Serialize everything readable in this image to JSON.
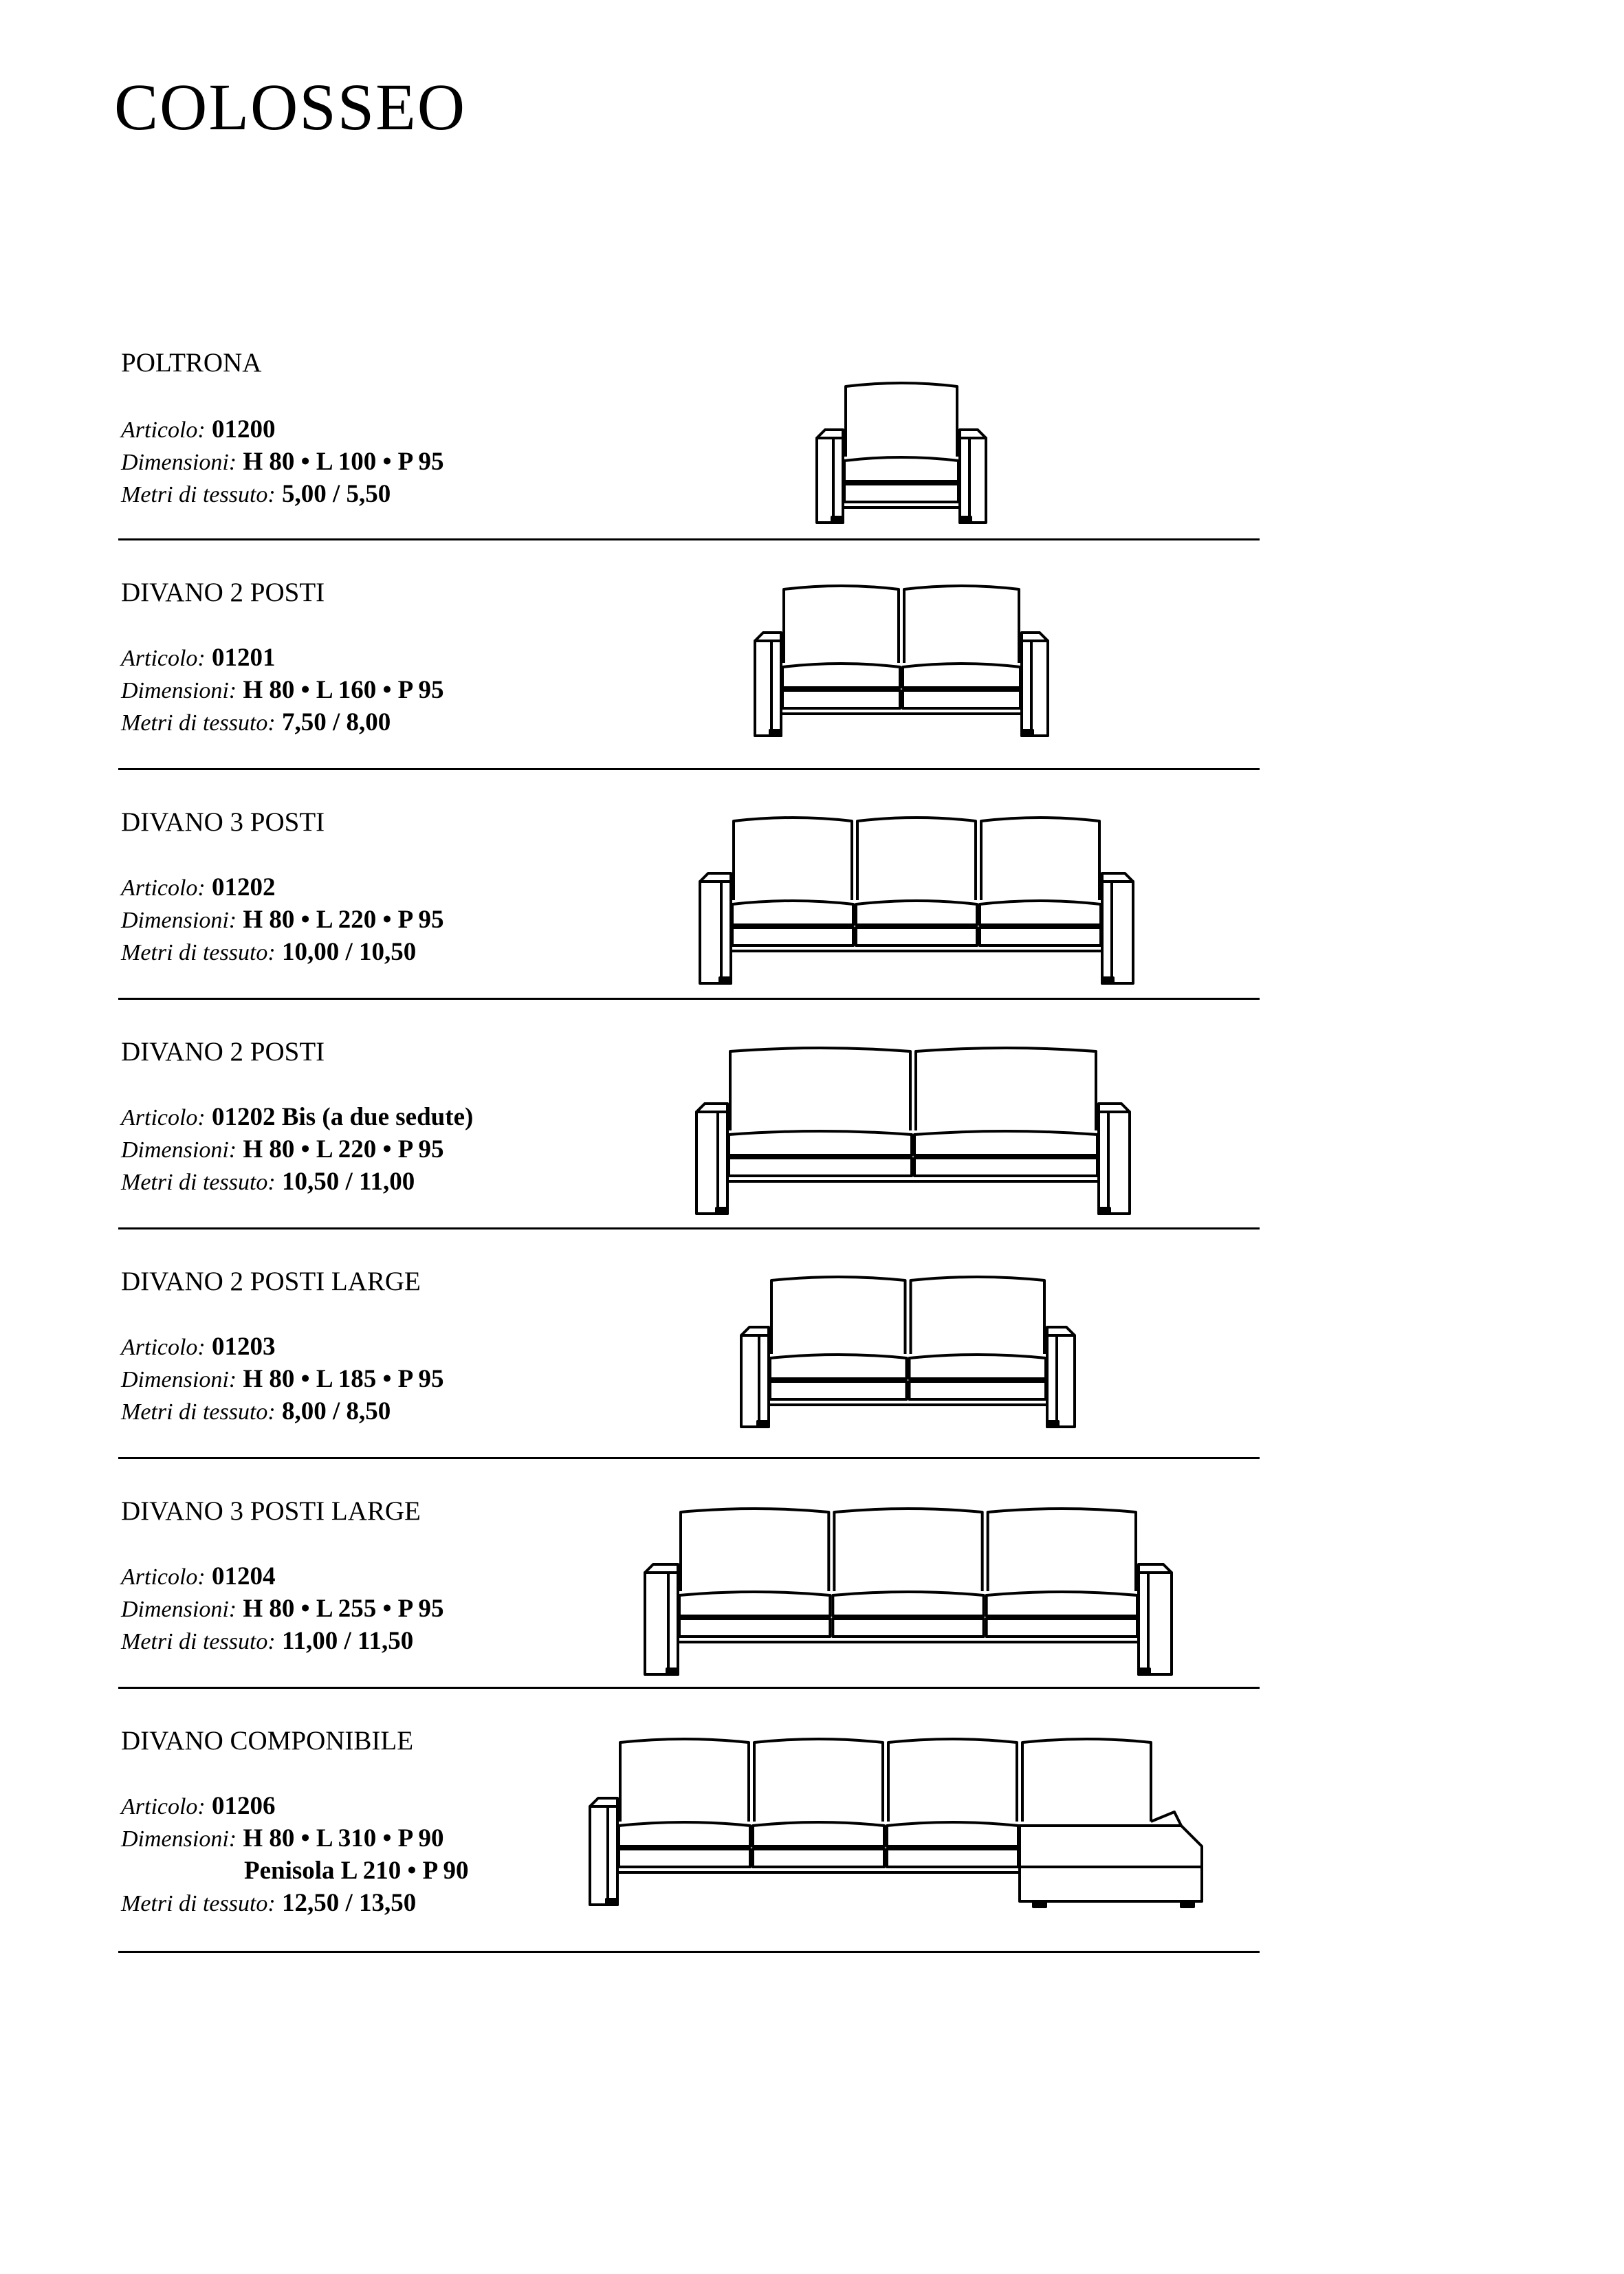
{
  "page": {
    "title": "COLOSSEO"
  },
  "labels": {
    "articolo": "Articolo:",
    "dimensioni": "Dimensioni:",
    "metri": "Metri di tessuto:"
  },
  "items": [
    {
      "name": "POLTRONA",
      "articolo": "01200",
      "dimensioni": "H 80 • L 100 • P 95",
      "metri": "5,00 / 5,50",
      "illustration": "armchair-illustration"
    },
    {
      "name": "DIVANO 2 POSTI",
      "articolo": "01201",
      "dimensioni": "H 80 • L 160 • P 95",
      "metri": "7,50 / 8,00",
      "illustration": "two-seat-sofa-illustration"
    },
    {
      "name": "DIVANO 3 POSTI",
      "articolo": "01202",
      "dimensioni": "H 80 • L 220 • P 95",
      "metri": "10,00 / 10,50",
      "illustration": "three-seat-sofa-illustration"
    },
    {
      "name": "DIVANO 2 POSTI",
      "articolo": "01202 Bis (a due sedute)",
      "dimensioni": "H 80 • L 220 • P 95",
      "metri": "10,50 / 11,00",
      "illustration": "two-seat-wide-sofa-illustration"
    },
    {
      "name": "DIVANO 2 POSTI LARGE",
      "articolo": "01203",
      "dimensioni": "H 80 • L 185 • P 95",
      "metri": "8,00 / 8,50",
      "illustration": "two-seat-large-sofa-illustration"
    },
    {
      "name": "DIVANO 3 POSTI LARGE",
      "articolo": "01204",
      "dimensioni": "H 80 • L 255 • P 95",
      "metri": "11,00 / 11,50",
      "illustration": "three-seat-large-sofa-illustration"
    },
    {
      "name": "DIVANO COMPONIBILE",
      "articolo": "01206",
      "dimensioni": "H 80 • L 310 • P 90",
      "dimensioni_extra": "Penisola L 210 • P 90",
      "metri": "12,50 / 13,50",
      "illustration": "modular-sofa-illustration"
    }
  ]
}
